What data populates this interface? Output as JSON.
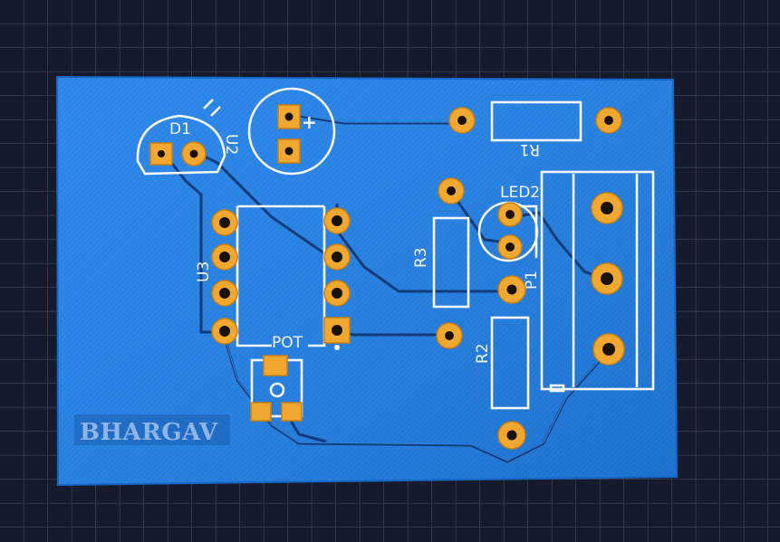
{
  "board": {
    "colors": {
      "background": "#15182a",
      "soldermask": "#1f7fe6",
      "pad": "#f0a830",
      "silkscreen": "#f4f6fb",
      "brand_text": "#8fb4e8",
      "trace": "#10356f"
    },
    "brand_label": "BHARGAV",
    "components": {
      "d1": "D1",
      "u2": "U2",
      "u3": "U3",
      "r1": "R1",
      "r2": "R2",
      "r3": "R3",
      "led2": "LED2",
      "p1": "P1",
      "pot": "POT",
      "plus": "+"
    }
  }
}
